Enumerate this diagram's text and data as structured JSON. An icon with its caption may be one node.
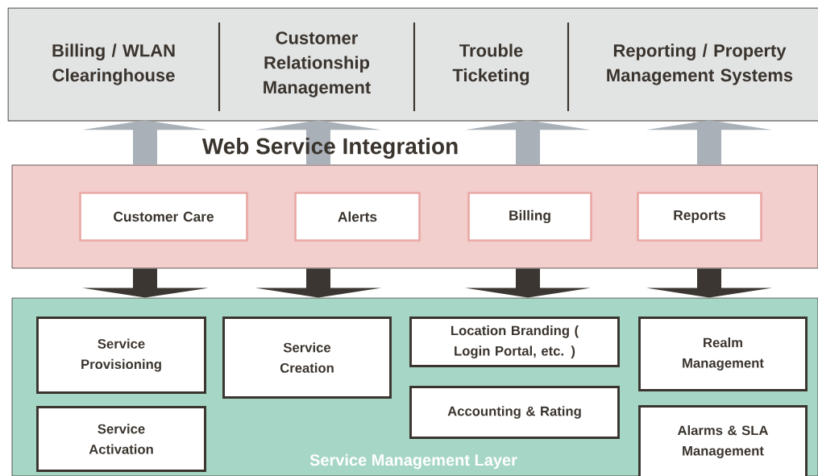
{
  "diagram": {
    "nodes": [
      {
        "text": [
          "Billing / WLAN Clearinghouse"
        ]
      },
      {
        "text": [
          "Customer Relationship Management"
        ]
      },
      {
        "text": [
          "Trouble Ticketing"
        ]
      },
      {
        "text": [
          "Reporting / Property Management Systems"
        ]
      },
      {
        "text": [
          "Web Service Integration"
        ]
      },
      {
        "text": [
          "Customer Care"
        ],
        "in": 4
      },
      {
        "text": [
          "Alerts"
        ],
        "in": 4
      },
      {
        "text": [
          "Billing"
        ],
        "in": 4
      },
      {
        "text": [
          "Reports"
        ],
        "in": 4
      },
      {
        "text": [
          "Service Management Layer"
        ]
      },
      {
        "text": [
          "Service Provisioning"
        ],
        "in": 9
      },
      {
        "text": [
          "Service Creation"
        ],
        "in": 9
      },
      {
        "text": [
          "Location Branding ( Login Portal, etc. )"
        ],
        "in": 9
      },
      {
        "text": [
          "Realm Management"
        ],
        "in": 9
      },
      {
        "text": [
          "Service Activation"
        ],
        "in": 9
      },
      {
        "text": [
          "Accounting & Rating"
        ],
        "in": 9
      },
      {
        "text": [
          "Alarms & SLA Management"
        ],
        "in": 9
      }
    ],
    "edges": [
      {
        "from": 4,
        "to": 0,
        "arrow": "to",
        "color": "#a9b0b8"
      },
      {
        "from": 4,
        "to": 1,
        "arrow": "to",
        "color": "#a9b0b8"
      },
      {
        "from": 4,
        "to": 2,
        "arrow": "to",
        "color": "#a9b0b8"
      },
      {
        "from": 4,
        "to": 3,
        "arrow": "to",
        "color": "#a9b0b8"
      },
      {
        "from": 4,
        "to": 9,
        "arrow": "to",
        "color": "#3b3631"
      },
      {
        "from": 4,
        "to": 9,
        "arrow": "to",
        "color": "#3b3631"
      },
      {
        "from": 4,
        "to": 9,
        "arrow": "to",
        "color": "#3b3631"
      },
      {
        "from": 4,
        "to": 9,
        "arrow": "to",
        "color": "#3b3631"
      }
    ]
  }
}
